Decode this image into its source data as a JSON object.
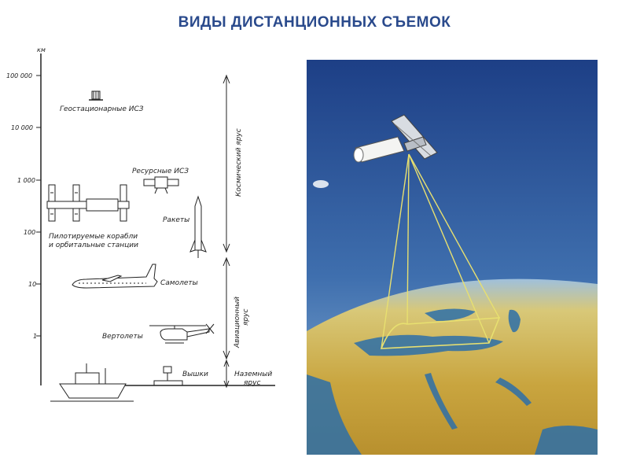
{
  "title": "ВИДЫ ДИСТАНЦИОННЫХ СЪЕМОК",
  "colors": {
    "title": "#2a4a8c",
    "ink": "#222222",
    "sky_top": "#1d3f86",
    "sky_bottom": "#6f9fcc",
    "land": "#d2b24a",
    "sea": "#2d6fa8",
    "beam": "#e8e070"
  },
  "diagram": {
    "axis_unit": "км",
    "ticks": [
      {
        "label": "100 000",
        "value": 100000
      },
      {
        "label": "10 000",
        "value": 10000
      },
      {
        "label": "1 000",
        "value": 1000
      },
      {
        "label": "100",
        "value": 100
      },
      {
        "label": "10",
        "value": 10
      },
      {
        "label": "1",
        "value": 1
      }
    ],
    "labels": {
      "geostationary": "Геостационарные  ИСЗ",
      "resource_sat": "Ресурсные  ИСЗ",
      "manned_line1": "Пилотируемые корабли",
      "manned_line2": "и орбитальные  станции",
      "rockets": "Ракеты",
      "planes": "Самолеты",
      "helicopters": "Вертолеты",
      "towers": "Вышки"
    },
    "tiers": {
      "space": "Космический  ярус",
      "aviation_line1": "Авиационный",
      "aviation_line2": "ярус",
      "ground_line1": "Наземный",
      "ground_line2": "ярус"
    }
  },
  "photo": {
    "icons": [
      "satellite-icon",
      "earth-globe"
    ]
  }
}
